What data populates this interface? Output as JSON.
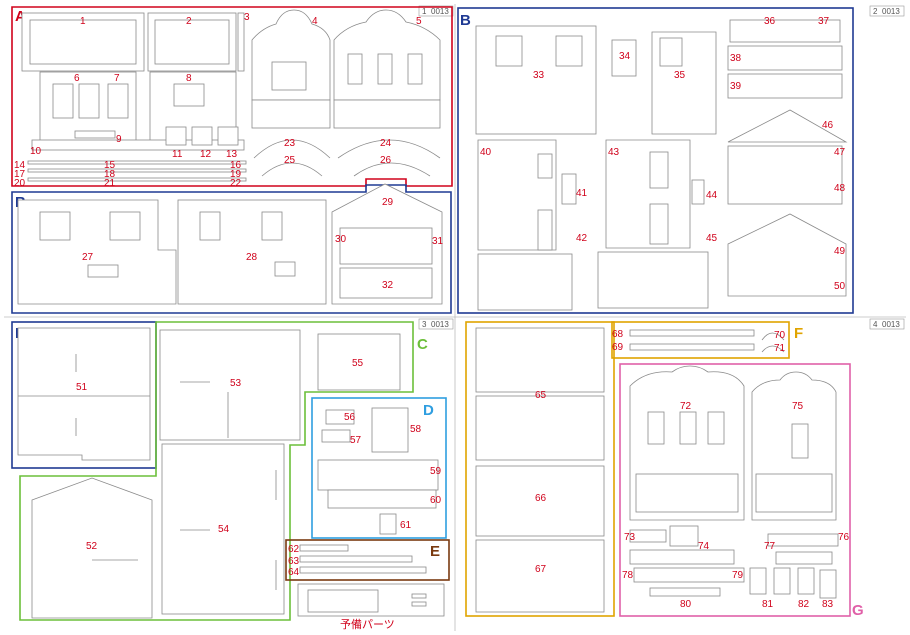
{
  "sheet_ids": [
    "1",
    "0013",
    "2",
    "0013",
    "3",
    "0013",
    "4",
    "0013"
  ],
  "sections": {
    "A": "A",
    "B1": "B",
    "B2": "B",
    "B3": "B",
    "C": "C",
    "D": "D",
    "E": "E",
    "F": "F",
    "G": "G"
  },
  "spare_parts_label": "予備パーツ",
  "parts": [
    "1",
    "2",
    "3",
    "4",
    "5",
    "6",
    "7",
    "8",
    "9",
    "10",
    "11",
    "12",
    "13",
    "14",
    "15",
    "16",
    "17",
    "18",
    "19",
    "20",
    "21",
    "22",
    "23",
    "24",
    "25",
    "26",
    "27",
    "28",
    "29",
    "30",
    "31",
    "32",
    "33",
    "34",
    "35",
    "36",
    "37",
    "38",
    "39",
    "40",
    "41",
    "42",
    "43",
    "44",
    "45",
    "46",
    "47",
    "48",
    "49",
    "50",
    "51",
    "52",
    "53",
    "54",
    "55",
    "56",
    "57",
    "58",
    "59",
    "60",
    "61",
    "62",
    "63",
    "64",
    "65",
    "66",
    "67",
    "68",
    "69",
    "70",
    "71",
    "72",
    "73",
    "74",
    "75",
    "76",
    "77",
    "78",
    "79",
    "80",
    "81",
    "82",
    "83"
  ],
  "colors": {
    "A": "#d0021b",
    "B": "#1f3a93",
    "C": "#6cbf3a",
    "D": "#2f9ee0",
    "E": "#7a3a10",
    "F": "#e0a400",
    "G": "#e060a8",
    "number": "#d0021b"
  }
}
